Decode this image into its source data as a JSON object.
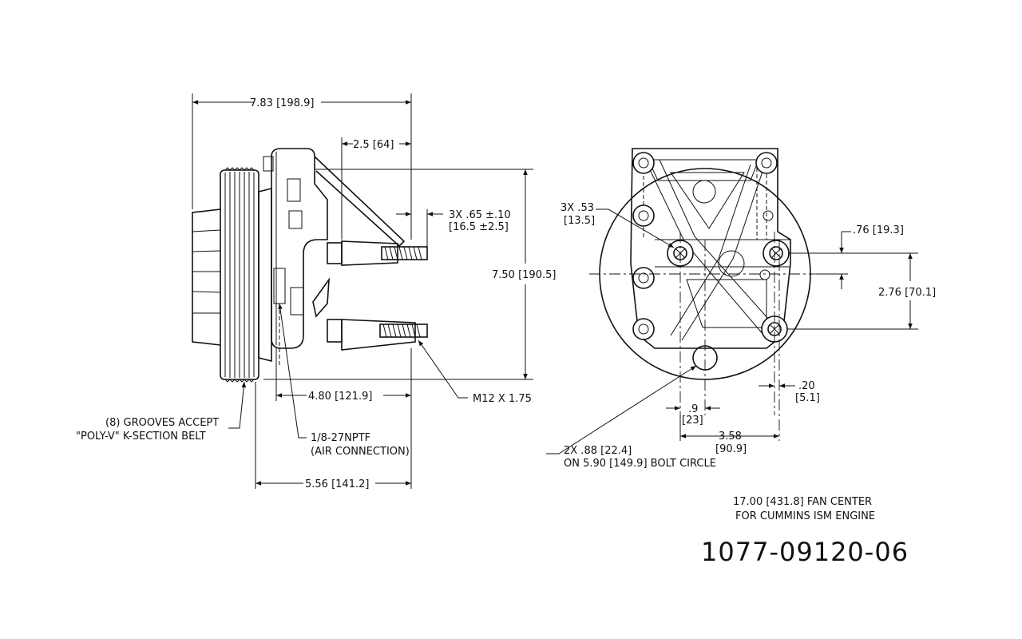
{
  "drawing": {
    "part_number": "1077-09120-06",
    "note": {
      "line1": "17.00 [431.8] FAN CENTER",
      "line2": "FOR CUMMINS ISM ENGINE"
    },
    "side_view": {
      "overall_length": "7.83 [198.9]",
      "stud_projection": "2.5 [64]",
      "height": "7.50 [190.5]",
      "stud_tolerance_line1": "3X .65 ±.10",
      "stud_tolerance_line2": "[16.5 ±2.5]",
      "mount_to_face": "4.80 [121.9]",
      "thread": "M12 X 1.75",
      "pulley_to_face": "5.56 [141.2]",
      "grooves_line1": "(8) GROOVES ACCEPT",
      "grooves_line2": "\"POLY-V\" K-SECTION BELT",
      "air_line1": "1/8-27NPTF",
      "air_line2": "(AIR CONNECTION)"
    },
    "front_view": {
      "hole_line1": "3X .53",
      "hole_line2": "[13.5]",
      "offset_top_line1": ".76 [19.3]",
      "vertical_line1": "2.76 [70.1]",
      "small_offset_line1": ".20",
      "small_offset_line2": "[5.1]",
      "center_offset_line1": ".9",
      "center_offset_line2": "[23]",
      "hole_spacing_line1": "3.58",
      "hole_spacing_line2": "[90.9]",
      "bolt_circle_line1": "2X   .88 [22.4]",
      "bolt_circle_line2": "ON   5.90 [149.9] BOLT CIRCLE"
    }
  }
}
